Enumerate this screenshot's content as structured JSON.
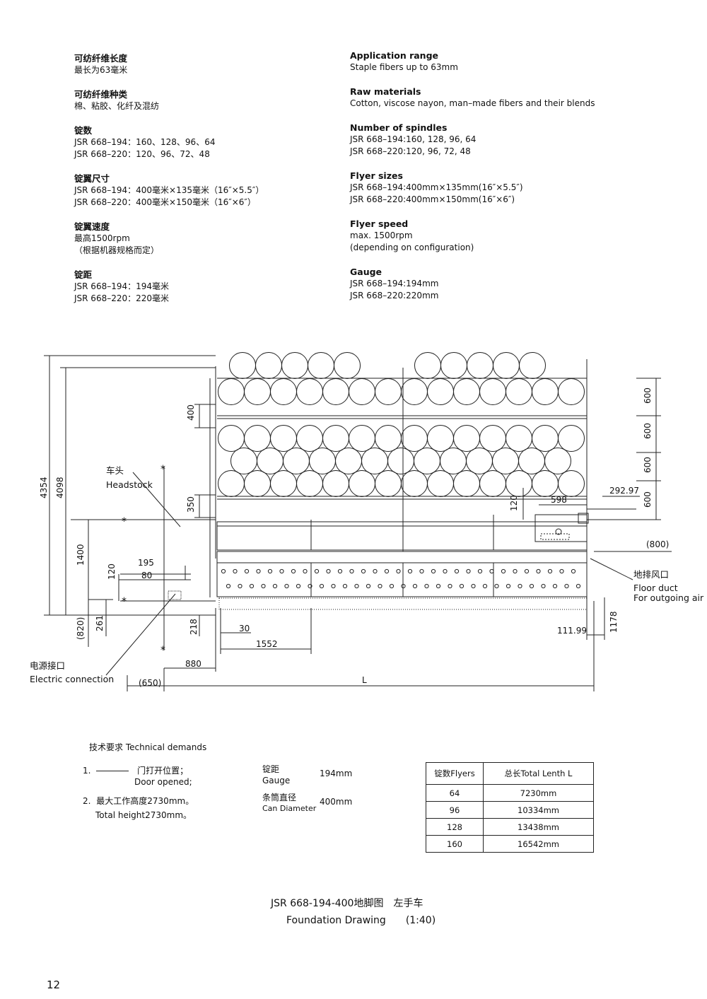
{
  "specs_cn": [
    {
      "heading": "可纺纤维长度",
      "lines": [
        "最长为63毫米"
      ]
    },
    {
      "heading": "可纺纤维种类",
      "lines": [
        "棉、粘胶、化纤及混纺"
      ]
    },
    {
      "heading": "锭数",
      "lines": [
        "JSR 668–194：160、128、96、64",
        "JSR 668–220：120、96、72、48"
      ]
    },
    {
      "heading": "锭翼尺寸",
      "lines": [
        "JSR 668–194：400毫米×135毫米（16″×5.5″）",
        "JSR 668–220：400毫米×150毫米（16″×6″）"
      ]
    },
    {
      "heading": "锭翼速度",
      "lines": [
        "最高1500rpm",
        "（根据机器规格而定）"
      ]
    },
    {
      "heading": "锭距",
      "lines": [
        "JSR 668–194：194毫米",
        "JSR 668–220：220毫米"
      ]
    }
  ],
  "specs_en": [
    {
      "heading": "Application range",
      "lines": [
        "Staple fibers up to 63mm"
      ]
    },
    {
      "heading": "Raw materials",
      "lines": [
        "Cotton, viscose nayon, man–made fibers and their blends"
      ]
    },
    {
      "heading": "Number of spindles",
      "lines": [
        "JSR 668–194:160, 128, 96, 64",
        "JSR 668–220:120, 96, 72, 48"
      ]
    },
    {
      "heading": "Flyer sizes",
      "lines": [
        "JSR 668–194:400mm×135mm(16″×5.5″)",
        "JSR 668–220:400mm×150mm(16″×6″)"
      ]
    },
    {
      "heading": "Flyer speed",
      "lines": [
        "max. 1500rpm",
        "(depending on configuration)"
      ]
    },
    {
      "heading": "Gauge",
      "lines": [
        "JSR 668–194:194mm",
        "JSR 668–220:220mm"
      ]
    }
  ],
  "drawing": {
    "dims": {
      "d4354": "4354",
      "d4098": "4098",
      "d400": "400",
      "d350": "350",
      "d1400": "1400",
      "d120a": "120",
      "d195": "195",
      "d80": "80",
      "d820": "(820)",
      "d261": "261",
      "d218": "218",
      "d30": "30",
      "d1552": "1552",
      "d880": "880",
      "d650": "(650)",
      "dL": "L",
      "d600a": "600",
      "d600b": "600",
      "d600c": "600",
      "d600d": "600",
      "d292": "292.97",
      "d598": "598",
      "d120b": "120",
      "d800": "(800)",
      "d1178": "1178",
      "d111": "111.99"
    },
    "headstock_cn": "车头",
    "headstock_en": "Headstock",
    "floorduct_cn": "地排风口",
    "floorduct_en1": "Floor duct",
    "floorduct_en2": "For outgoing air",
    "electric_cn": "电源接口",
    "electric_en": "Electric connection"
  },
  "demands": {
    "title": "技术要求 Technical demands",
    "item1_num": "1.",
    "item1_cn": "门打开位置；",
    "item1_en": "Door opened;",
    "item2_num": "2.",
    "item2_cn": "最大工作高度2730mm。",
    "item2_en": "Total height2730mm。",
    "gauge_cn": "锭距",
    "gauge_en": "Gauge",
    "gauge_val": "194mm",
    "can_cn": "条筒直径",
    "can_en": "Can Diameter",
    "can_val": "400mm"
  },
  "table": {
    "col1": "锭数Flyers",
    "col2": "总长Total Lenth L",
    "rows": [
      {
        "flyers": "64",
        "length": "7230mm"
      },
      {
        "flyers": "96",
        "length": "10334mm"
      },
      {
        "flyers": "128",
        "length": "13438mm"
      },
      {
        "flyers": "160",
        "length": "16542mm"
      }
    ]
  },
  "caption": {
    "line1": "JSR 668-194-400地脚图　左手车",
    "line2": "Foundation Drawing　　(1:40)"
  },
  "page_number": "12"
}
